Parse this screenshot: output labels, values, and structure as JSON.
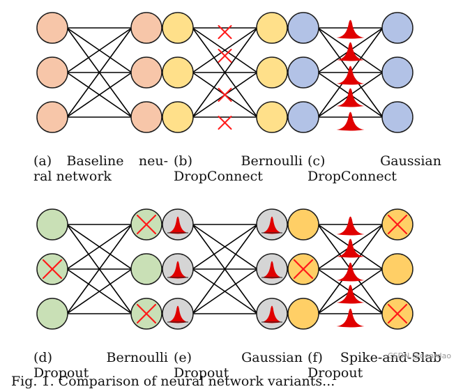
{
  "colors": {
    "peach": "#f7c6a9",
    "yellow": "#ffe08a",
    "blue": "#b2c2e6",
    "green": "#c9e0b6",
    "gray": "#d5d5d5",
    "orange": "#ffcf66",
    "node_stroke": "#1b1b1b",
    "edge": "#000000",
    "cross": "#ff1a1a",
    "bell": "#e00000"
  },
  "panels": [
    {
      "id": "a",
      "node_color": "peach",
      "edge_mark": "none",
      "cross_input": [
        false,
        false,
        false
      ],
      "cross_output": [
        false,
        false,
        false
      ],
      "bell_nodes": false,
      "caption_line1": "(a) Baseline neu-",
      "caption_line2": "ral network"
    },
    {
      "id": "b",
      "node_color": "yellow",
      "edge_mark": "cross",
      "cross_input": [
        false,
        false,
        false
      ],
      "cross_output": [
        false,
        false,
        false
      ],
      "bell_nodes": false,
      "caption_line1": "(b) Bernoulli",
      "caption_line2": "DropConnect"
    },
    {
      "id": "c",
      "node_color": "blue",
      "edge_mark": "bell",
      "cross_input": [
        false,
        false,
        false
      ],
      "cross_output": [
        false,
        false,
        false
      ],
      "bell_nodes": false,
      "caption_line1": "(c) Gaussian",
      "caption_line2": "DropConnect"
    },
    {
      "id": "d",
      "node_color": "green",
      "edge_mark": "none",
      "cross_input": [
        false,
        true,
        false
      ],
      "cross_output": [
        true,
        false,
        true
      ],
      "bell_nodes": false,
      "caption_line1": "(d) Bernoulli",
      "caption_line2": "Dropout"
    },
    {
      "id": "e",
      "node_color": "gray",
      "edge_mark": "none",
      "cross_input": [
        false,
        false,
        false
      ],
      "cross_output": [
        false,
        false,
        false
      ],
      "bell_nodes": true,
      "caption_line1": "(e) Gaussian",
      "caption_line2": "Dropout"
    },
    {
      "id": "f",
      "node_color": "orange",
      "edge_mark": "bell",
      "cross_input": [
        false,
        true,
        false
      ],
      "cross_output": [
        true,
        false,
        true
      ],
      "bell_nodes": false,
      "caption_line1": "(f) Spike-and-Slab",
      "caption_line2": "Dropout"
    }
  ],
  "watermark": "CSDN @deardao",
  "footer": "Fig. 1. Comparison of neural network variants..."
}
